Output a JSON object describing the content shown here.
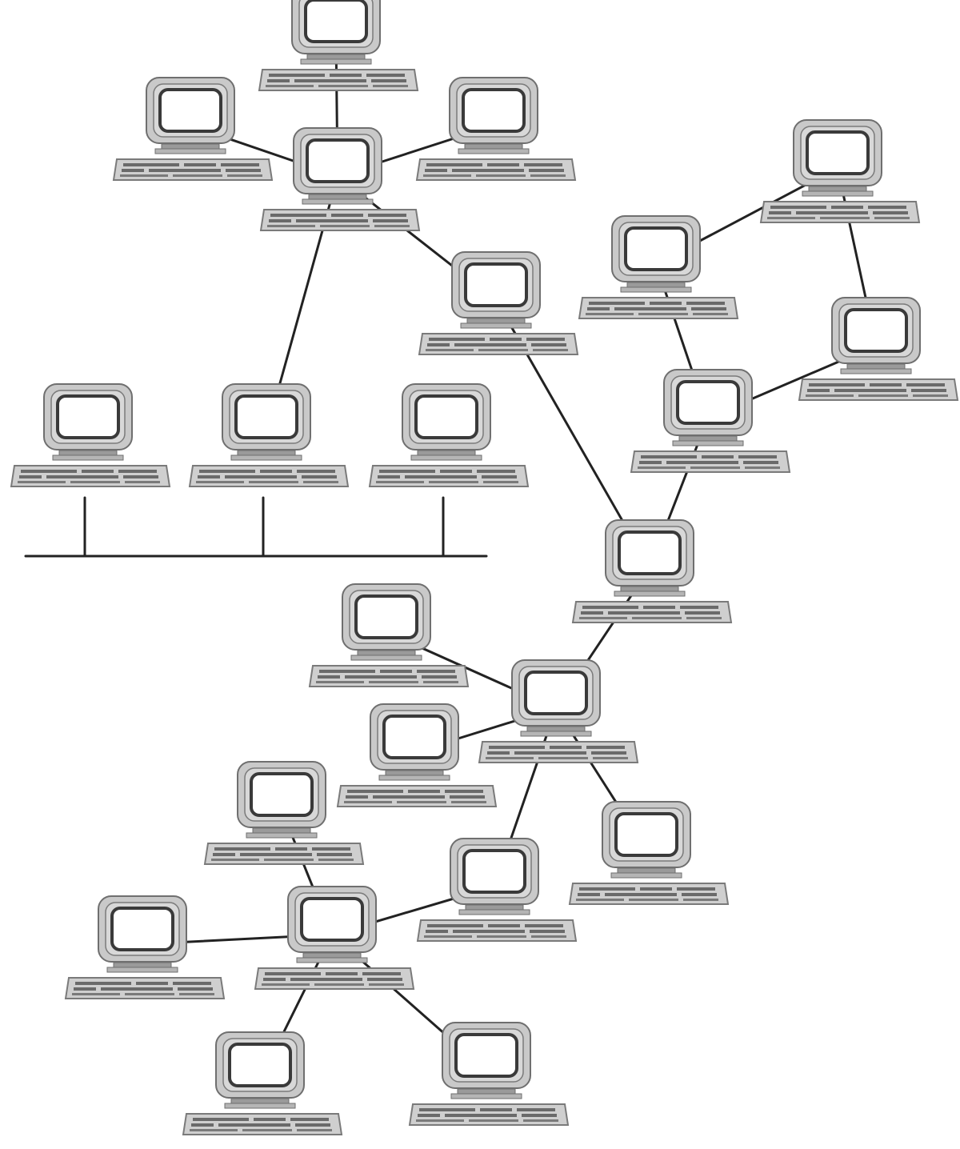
{
  "diagram": {
    "type": "network-topology",
    "node_icon": "desktop-computer-icon",
    "colors": {
      "background": "#ffffff",
      "line": "#222222",
      "device_fill": "#c9c9c9",
      "device_outline": "#6f6f6f",
      "screen": "#ffffff"
    },
    "nodes": [
      {
        "id": "c1"
      },
      {
        "id": "c2"
      },
      {
        "id": "c3"
      },
      {
        "id": "c4"
      },
      {
        "id": "c5"
      },
      {
        "id": "c6"
      },
      {
        "id": "c7"
      },
      {
        "id": "c8"
      },
      {
        "id": "c9"
      },
      {
        "id": "c10"
      },
      {
        "id": "c11"
      },
      {
        "id": "c12"
      },
      {
        "id": "c13"
      },
      {
        "id": "c14"
      },
      {
        "id": "c15"
      },
      {
        "id": "c16"
      },
      {
        "id": "c17"
      },
      {
        "id": "c18"
      },
      {
        "id": "c19"
      },
      {
        "id": "c20"
      },
      {
        "id": "c21"
      },
      {
        "id": "c22"
      },
      {
        "id": "c23"
      },
      {
        "id": "c24"
      }
    ],
    "edges": [
      [
        "c1",
        "c2"
      ],
      [
        "c2",
        "c3"
      ],
      [
        "c2",
        "c4"
      ],
      [
        "c2",
        "c5"
      ],
      [
        "c2",
        "c10"
      ],
      [
        "c10",
        "c14"
      ],
      [
        "c11",
        "c14"
      ],
      [
        "c11",
        "c15"
      ],
      [
        "c15",
        "c12"
      ],
      [
        "c12",
        "c13"
      ],
      [
        "c15",
        "c16"
      ],
      [
        "c16",
        "c17"
      ],
      [
        "c17",
        "c18"
      ],
      [
        "c17",
        "c19"
      ],
      [
        "c17",
        "c20"
      ],
      [
        "c17",
        "c21"
      ],
      [
        "c21",
        "c23"
      ],
      [
        "c23",
        "c22"
      ],
      [
        "c23",
        "c24"
      ],
      [
        "c23",
        "c25"
      ],
      [
        "c23",
        "c26"
      ]
    ],
    "bus": {
      "members": [
        "c6",
        "c7",
        "c8"
      ]
    }
  }
}
